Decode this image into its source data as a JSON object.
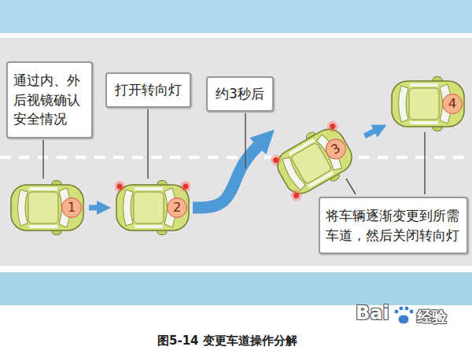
{
  "diagram": {
    "caption": "图5-14 变更车道操作分解",
    "nodes": [
      {
        "text": [
          "通过内、外后视镜确认安全情况"
        ]
      },
      {
        "text": [
          "打开转向灯"
        ]
      },
      {
        "text": [
          "约3秒后"
        ]
      },
      {
        "text": [
          "1"
        ]
      },
      {
        "text": [
          "2"
        ]
      },
      {
        "text": [
          "3"
        ]
      },
      {
        "text": [
          "4"
        ]
      },
      {
        "text": [
          "将车辆逐渐变更到所需车道，然后关闭转向灯"
        ]
      }
    ],
    "edges": [
      {
        "from": 3,
        "to": 4,
        "arrow": "to"
      },
      {
        "from": 4,
        "to": 5,
        "arrow": "to"
      },
      {
        "from": 5,
        "to": 6,
        "arrow": "to"
      }
    ],
    "labels": [
      "Bai",
      "经验"
    ]
  }
}
